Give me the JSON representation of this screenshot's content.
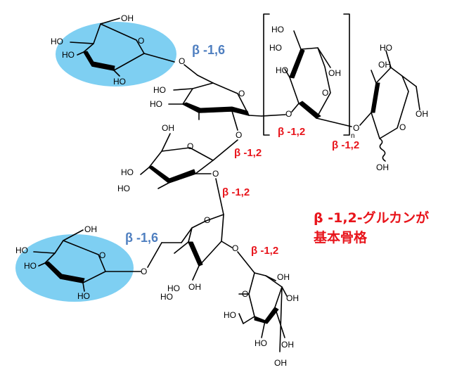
{
  "linkages": {
    "beta16_top": "β -1,6",
    "beta16_bottom": "β -1,6",
    "beta12_a": "β -1,2",
    "beta12_b": "β -1,2",
    "beta12_c": "β -1,2",
    "beta12_d": "β -1,2",
    "beta12_e": "β -1,2"
  },
  "caption": {
    "line1": "β -1,2-グルカンが",
    "line2": "基本骨格"
  },
  "repeat_subscript": "n",
  "atoms": {
    "oh": "OH",
    "ho": "HO",
    "o": "O"
  },
  "colors": {
    "highlight": "#7ecff2",
    "linkage_red": "#e8141b",
    "linkage_blue": "#4f7fc0"
  }
}
